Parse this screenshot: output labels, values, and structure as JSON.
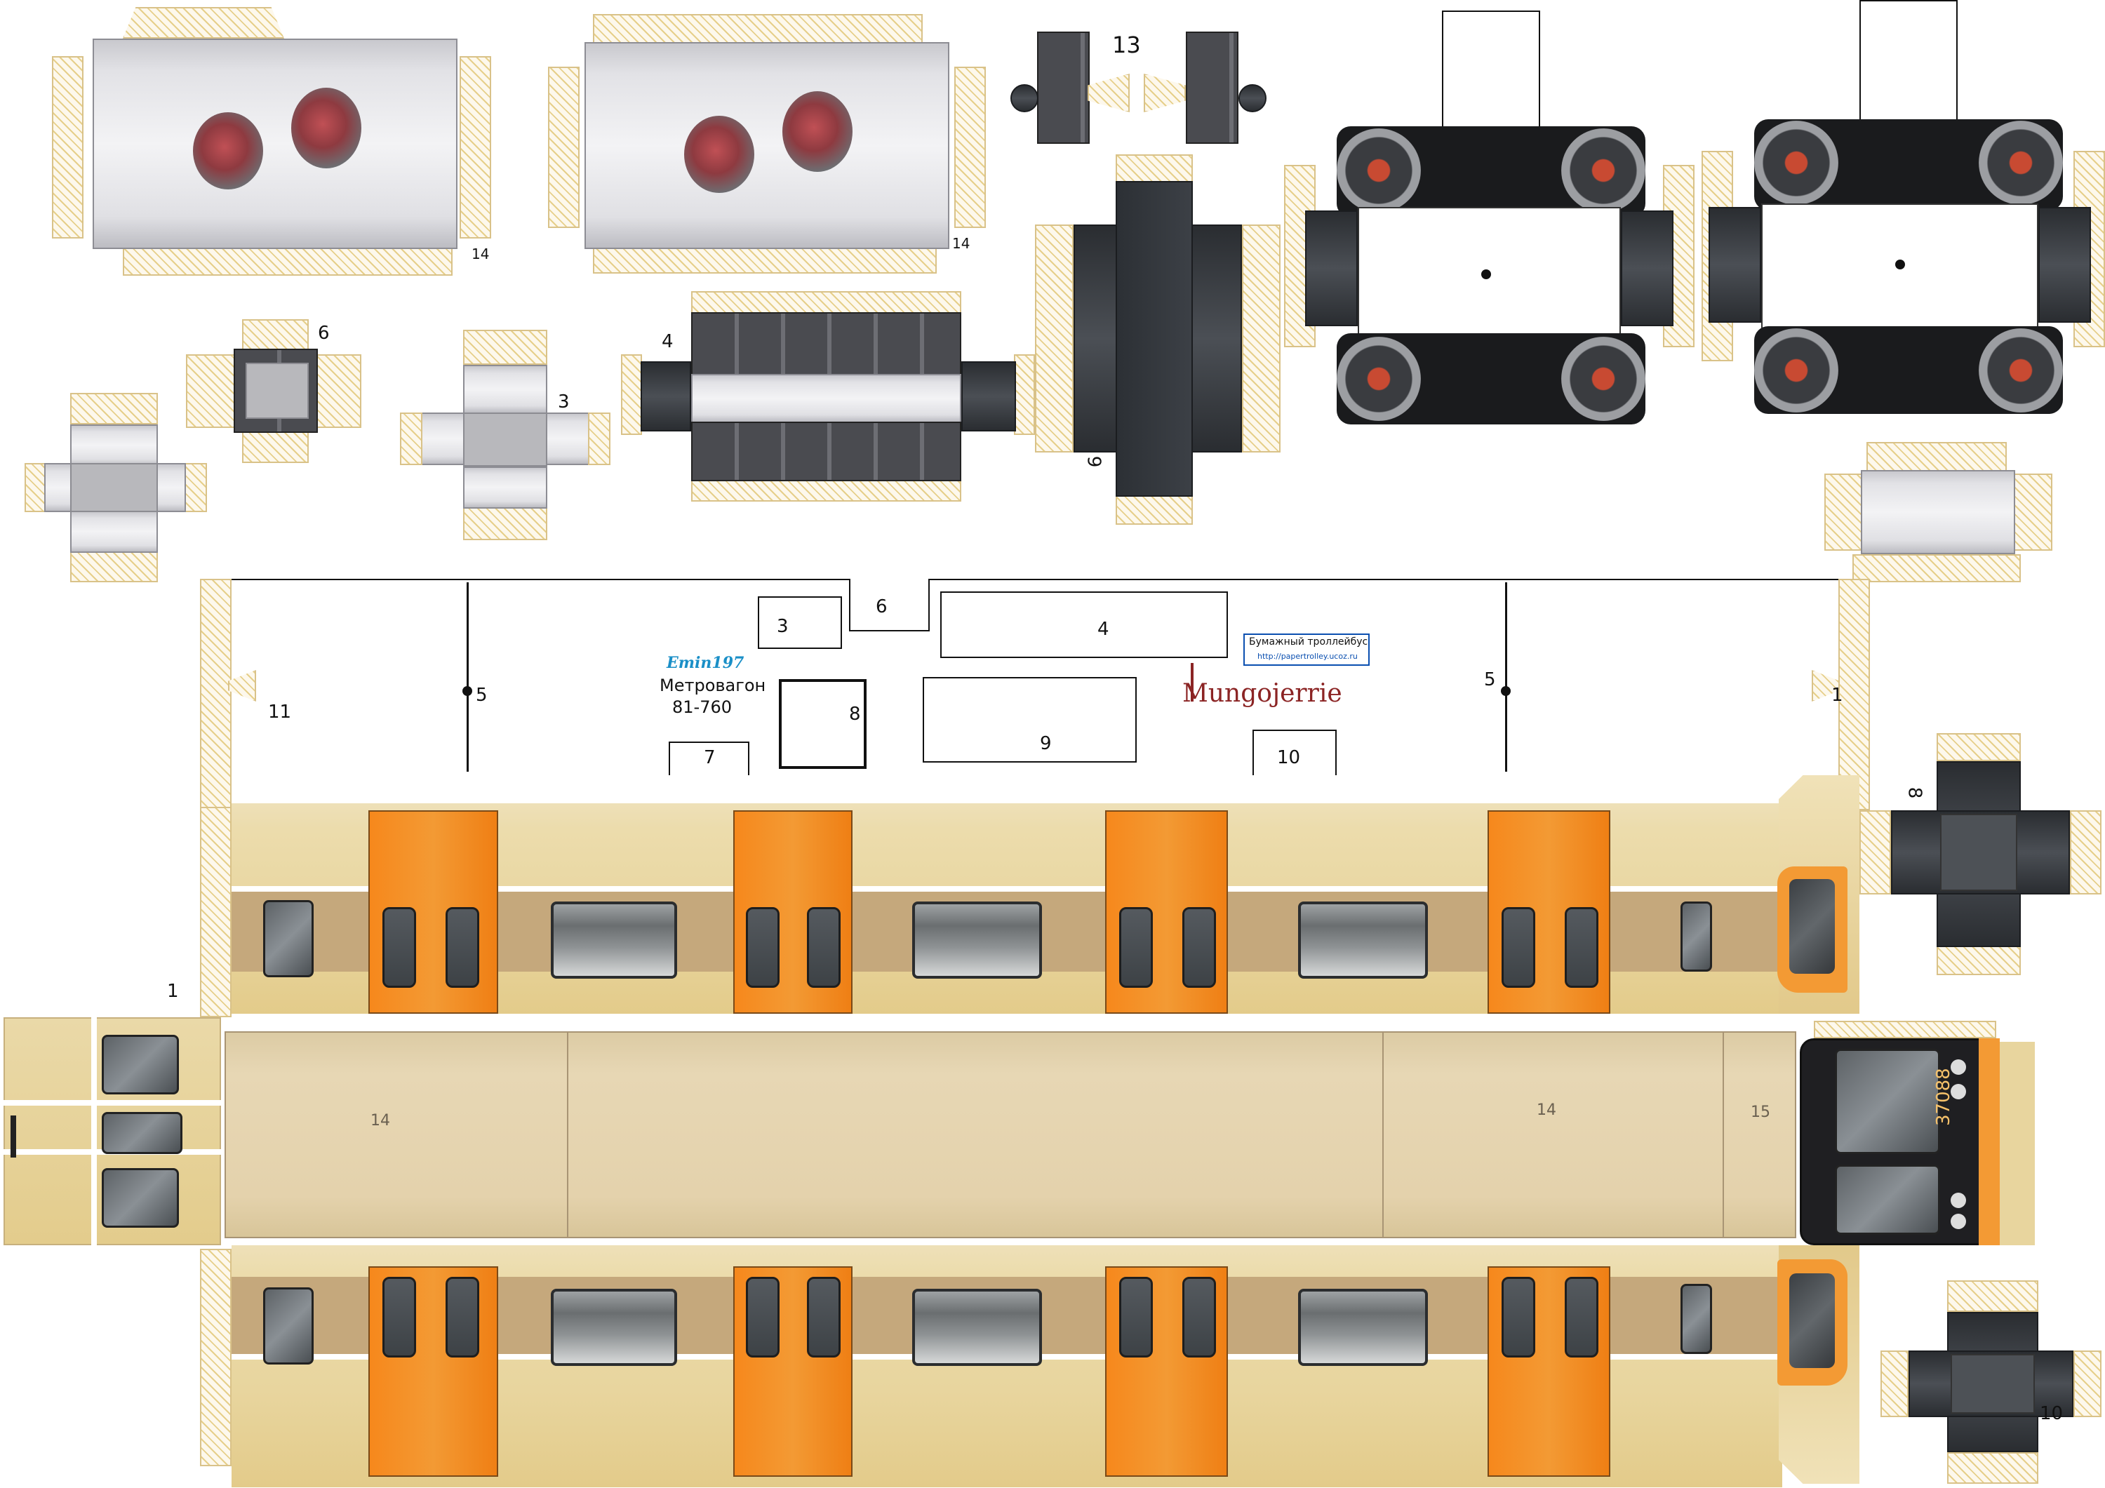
{
  "labels": {
    "n13": "13",
    "n14a": "14",
    "n14b": "14",
    "n6a": "6",
    "n3a": "3",
    "n4a": "4",
    "n9a": "9",
    "n3b": "3",
    "n6b": "6",
    "n4b": "4",
    "n11": "11",
    "n5a": "5",
    "n5b": "5",
    "n1b": "1",
    "n8a": "8",
    "n9b": "9",
    "n7": "7",
    "n10a": "10",
    "n8b": "8",
    "n1a": "1",
    "n14c": "14",
    "n14d": "14",
    "n15": "15",
    "n10b": "10"
  },
  "credits": {
    "author": "Emin197",
    "model_line1": "Метровагон",
    "model_line2": "81-760",
    "brand": "Mungojerrie",
    "trolley_title": "Бумажный троллейбус",
    "trolley_url": "http://papertrolley.ucoz.ru"
  },
  "car": {
    "number": "37088"
  },
  "colors": {
    "body": "#e8d59e",
    "door": "#f39a34",
    "band": "#c5a87c",
    "logo": "#8b2424"
  }
}
